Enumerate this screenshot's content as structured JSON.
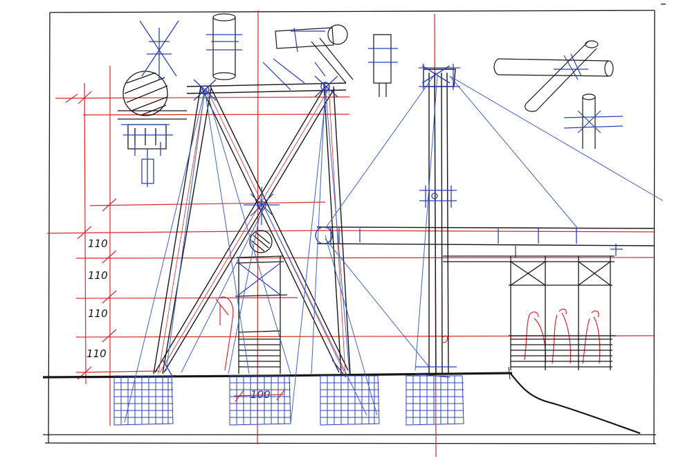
{
  "drawing": {
    "ink_colors": {
      "pen_black": "#161616",
      "pen_red": "#d8262b",
      "pen_blue": "#2b3fb5"
    },
    "dimension_labels": {
      "d1": "110",
      "d2": "110",
      "d3": "110",
      "d4": "110",
      "span": "100"
    }
  }
}
